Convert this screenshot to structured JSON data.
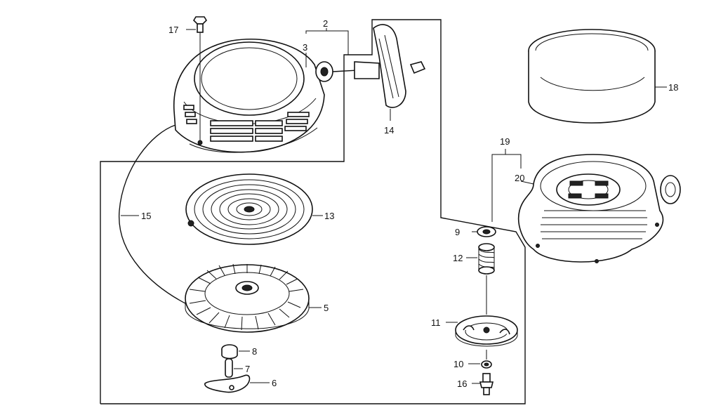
{
  "diagram": {
    "callouts": [
      "2",
      "3",
      "17",
      "14",
      "15",
      "13",
      "5",
      "8",
      "7",
      "6",
      "18",
      "19",
      "20",
      "9",
      "12",
      "11",
      "10",
      "16"
    ],
    "colors": {
      "ink": "#111111",
      "paper": "#ffffff"
    }
  }
}
